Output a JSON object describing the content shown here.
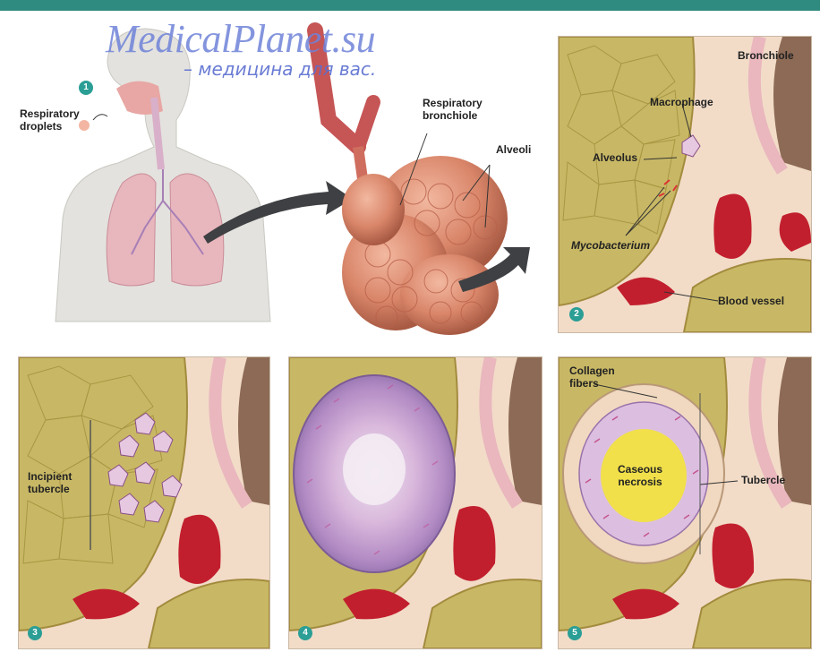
{
  "watermark": {
    "site": "MedicalPlanet.su",
    "tagline": "– медицина для вас."
  },
  "panel1": {
    "number": "1",
    "droplets_label": "Respiratory\ndroplets",
    "bronchiole_label": "Respiratory\nbronchiole",
    "alveoli_label": "Alveoli"
  },
  "panel2": {
    "number": "2",
    "bronchiole": "Bronchiole",
    "macrophage": "Macrophage",
    "alveolus": "Alveolus",
    "mycobacterium": "Mycobacterium",
    "blood_vessel": "Blood vessel"
  },
  "panel3": {
    "number": "3",
    "incipient": "Incipient\ntubercle"
  },
  "panel4": {
    "number": "4"
  },
  "panel5": {
    "number": "5",
    "collagen": "Collagen\nfibers",
    "caseous": "Caseous\nnecrosis",
    "tubercle": "Tubercle"
  },
  "colors": {
    "accent_bar": "#2f8a80",
    "badge": "#2b9e95",
    "watermark": "#6f83d9"
  }
}
